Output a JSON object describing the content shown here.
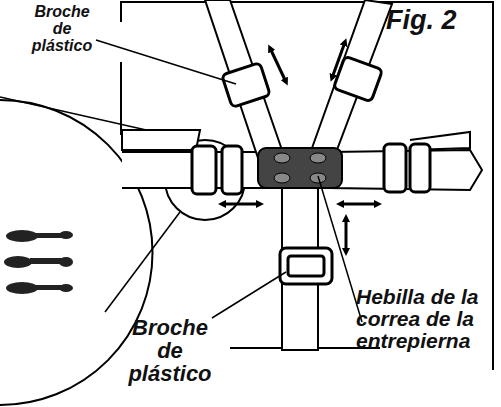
{
  "diagram": {
    "labels": [
      "Broche de plástico",
      "Fig. 2",
      "Broche de plástico",
      "Hebilla de la correa de la entrepierna"
    ]
  }
}
